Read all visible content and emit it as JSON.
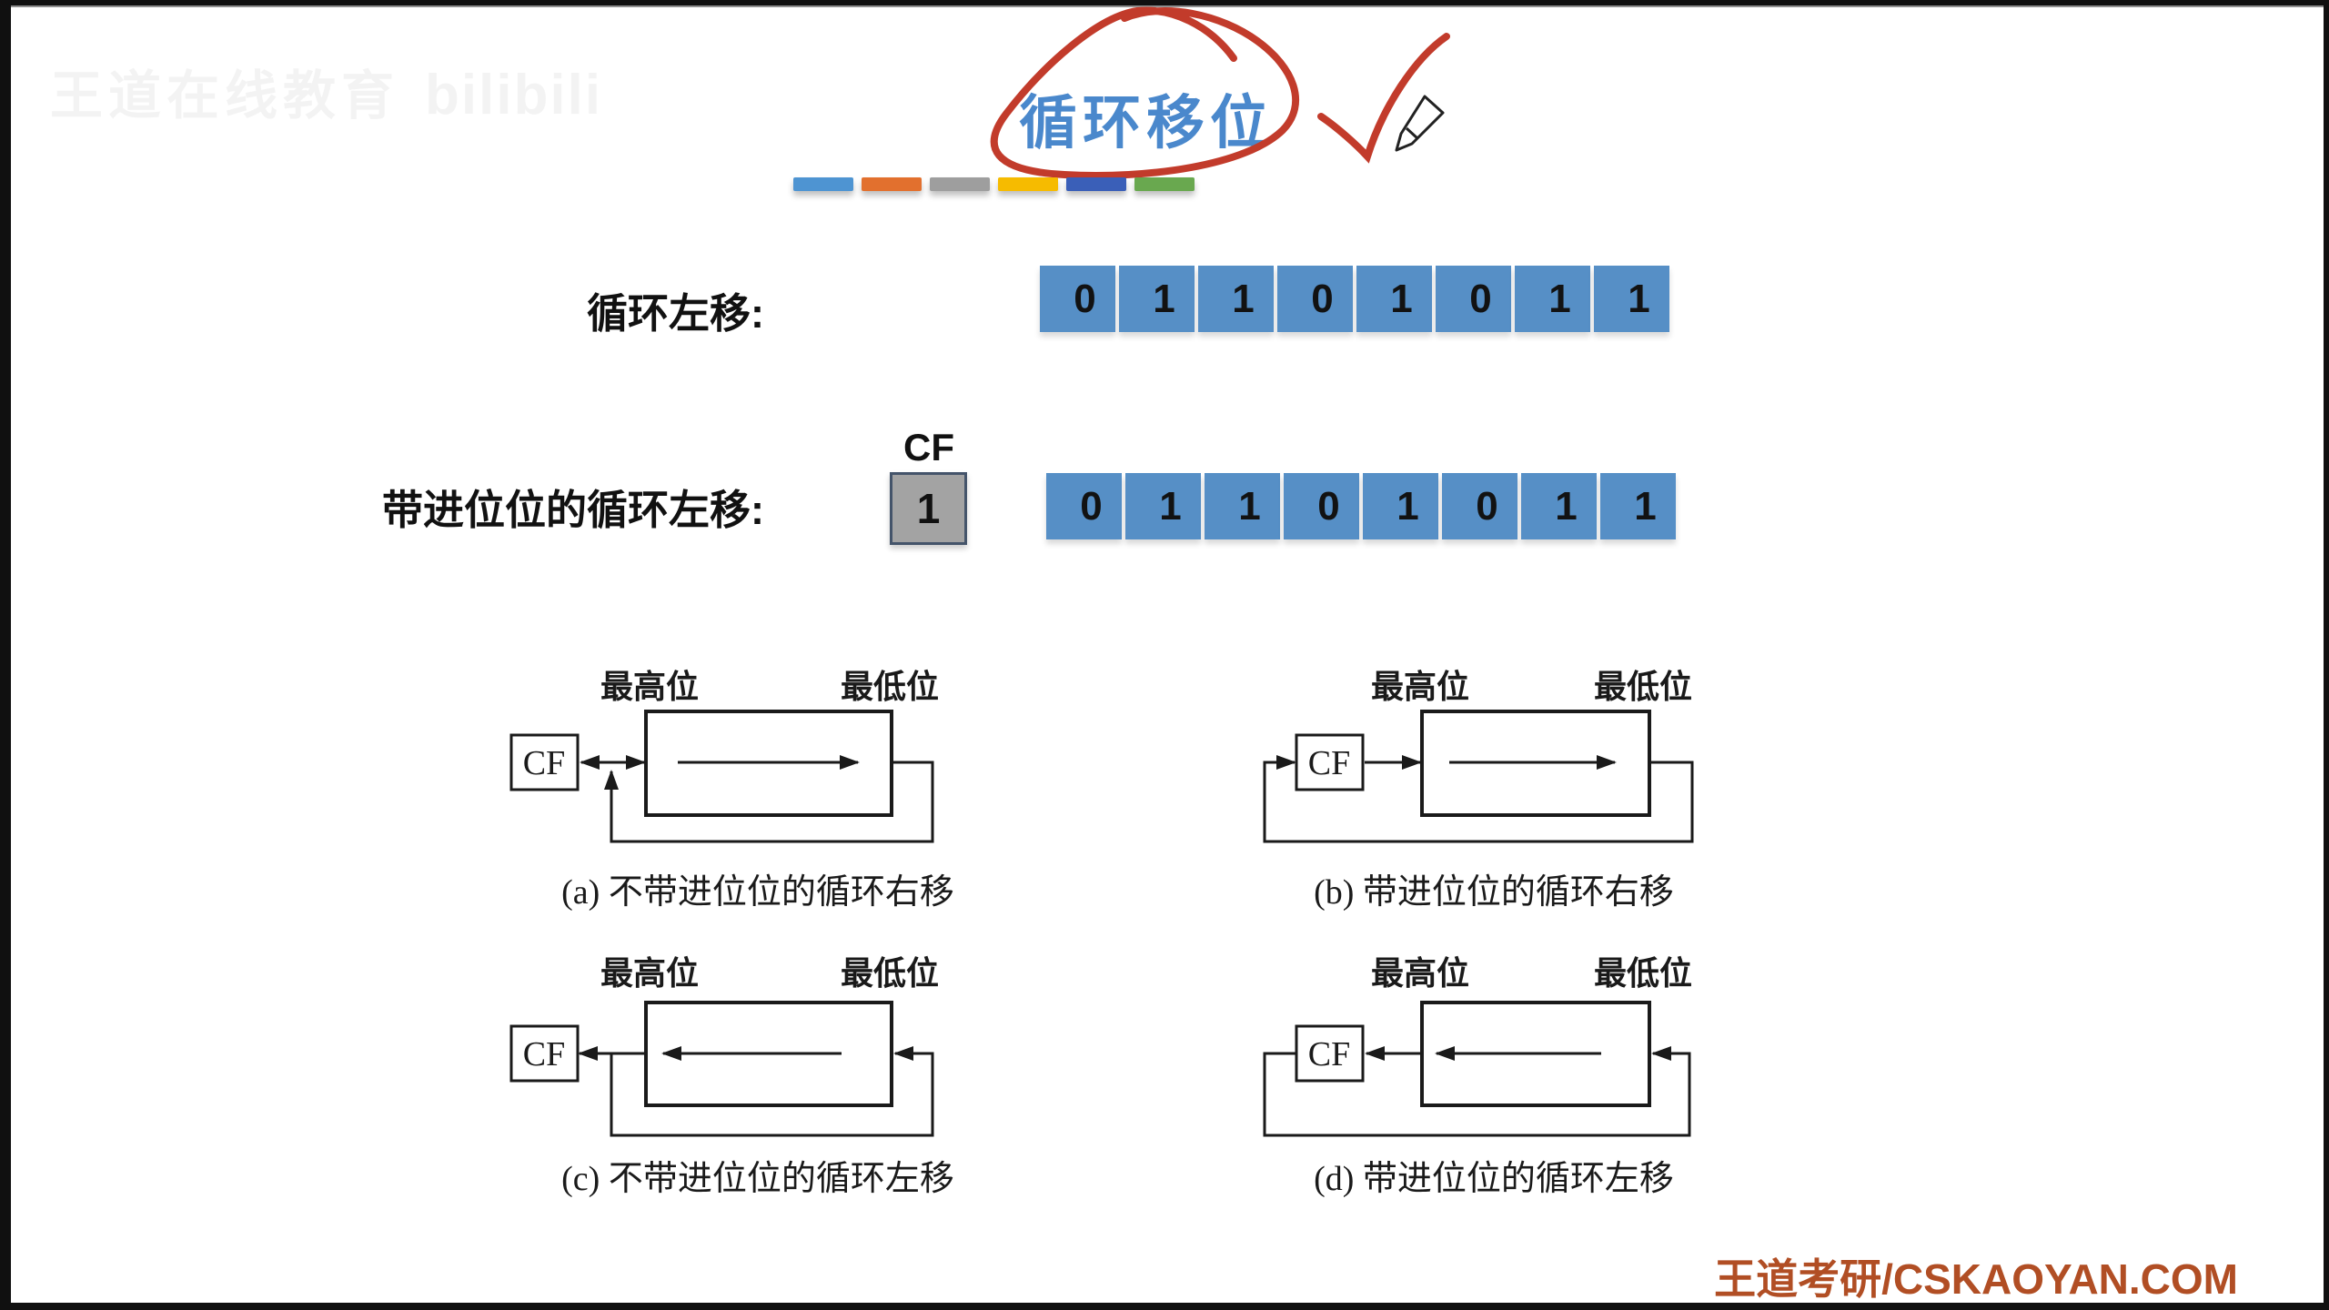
{
  "title": {
    "text": "循环移位",
    "color": "#4A88CC"
  },
  "watermarks": {
    "top_left_cn": "王道在线教育",
    "top_left_logo": "bilibili",
    "footer": "王道考研/CSKAOYAN.COM"
  },
  "divider_bars": {
    "colors": [
      "#4E94D2",
      "#E2702E",
      "#9E9E9E",
      "#F6BB00",
      "#3A5FB8",
      "#69A84F"
    ]
  },
  "rows": [
    {
      "label": "循环左移:",
      "bits": [
        "0",
        "1",
        "1",
        "0",
        "1",
        "0",
        "1",
        "1"
      ]
    },
    {
      "label": "带进位位的循环左移:",
      "cf_label": "CF",
      "cf_value": "1",
      "bits": [
        "0",
        "1",
        "1",
        "0",
        "1",
        "0",
        "1",
        "1"
      ]
    }
  ],
  "diagrams": [
    {
      "id": "a",
      "cf_label": "CF",
      "high_label": "最高位",
      "low_label": "最低位",
      "caption": "(a) 不带进位位的循环右移"
    },
    {
      "id": "b",
      "cf_label": "CF",
      "high_label": "最高位",
      "low_label": "最低位",
      "caption": "(b) 带进位位的循环右移"
    },
    {
      "id": "c",
      "cf_label": "CF",
      "high_label": "最高位",
      "low_label": "最低位",
      "caption": "(c) 不带进位位的循环左移"
    },
    {
      "id": "d",
      "cf_label": "CF",
      "high_label": "最高位",
      "low_label": "最低位",
      "caption": "(d) 带进位位的循环左移"
    }
  ],
  "colors": {
    "bit_cell_fill": "#568FC6",
    "cf_box_fill": "#A3A3A3",
    "cf_box_border": "#44546A",
    "annotation_red": "#C23B2B",
    "footer_text": "#B14E24",
    "diagram_ink": "#1a1a1a"
  },
  "icons": {
    "cursor": "pencil-cursor"
  }
}
